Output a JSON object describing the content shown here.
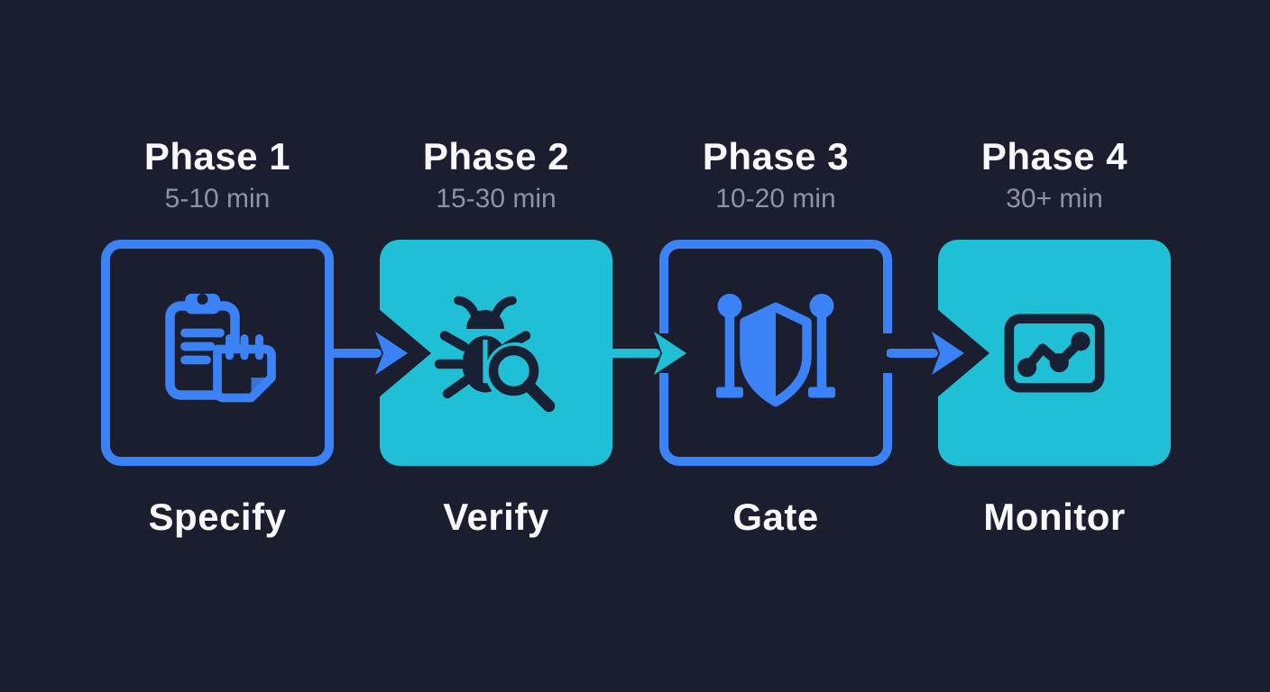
{
  "diagram_title": "four-phase-workflow",
  "colors": {
    "background": "#1b1e2e",
    "accent_blue": "#3b82f6",
    "accent_cyan": "#1fc0d6",
    "icon_dark": "#182134",
    "heading_text": "#f7f8fa",
    "subtitle_text": "#8e94a3"
  },
  "phases": [
    {
      "header": "Phase 1",
      "time": "5-10 min",
      "label": "Specify",
      "box_style": "outlined",
      "icon": "clipboard-notes-icon"
    },
    {
      "header": "Phase 2",
      "time": "15-30 min",
      "label": "Verify",
      "box_style": "filled",
      "icon": "bug-magnifier-icon"
    },
    {
      "header": "Phase 3",
      "time": "10-20 min",
      "label": "Gate",
      "box_style": "outlined",
      "icon": "shield-gate-icon"
    },
    {
      "header": "Phase 4",
      "time": "30+ min",
      "label": "Monitor",
      "box_style": "filled",
      "icon": "chart-monitor-icon"
    }
  ],
  "arrows": [
    {
      "from": "Specify",
      "to": "Verify",
      "color": "#3b82f6"
    },
    {
      "from": "Verify",
      "to": "Gate",
      "color": "#1fc0d6"
    },
    {
      "from": "Gate",
      "to": "Monitor",
      "color": "#3b82f6"
    }
  ]
}
